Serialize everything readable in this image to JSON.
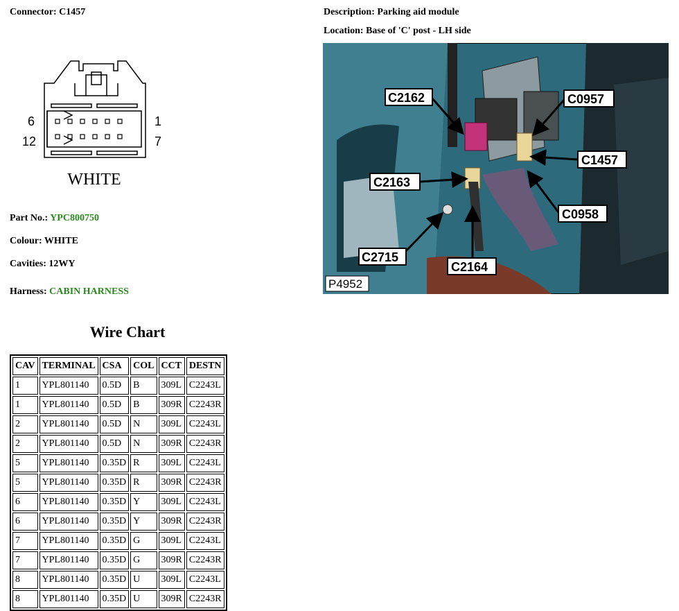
{
  "connector": {
    "label": "Connector:",
    "value": "C1457",
    "diagram": {
      "pin_top_left": "6",
      "pin_top_right": "1",
      "pin_bottom_left": "12",
      "pin_bottom_right": "7",
      "colour_caption": "WHITE"
    }
  },
  "description": {
    "label": "Description:",
    "value": "Parking aid module"
  },
  "location": {
    "label": "Location:",
    "value": "Base of 'C' post - LH side"
  },
  "photo": {
    "callouts": [
      "C2162",
      "C0957",
      "C1457",
      "C2163",
      "C0958",
      "C2715",
      "C2164"
    ],
    "ref": "P4952"
  },
  "part": {
    "label": "Part No.:",
    "value": "YPC800750"
  },
  "colour": {
    "label": "Colour:",
    "value": "WHITE"
  },
  "cavities": {
    "label": "Cavities:",
    "value": "12WY"
  },
  "harness": {
    "label": "Harness:",
    "value": "CABIN HARNESS"
  },
  "wire_chart": {
    "title": "Wire Chart",
    "headers": [
      "CAV",
      "TERMINAL",
      "CSA",
      "COL",
      "CCT",
      "DESTN"
    ],
    "rows": [
      [
        "1",
        "YPL801140",
        "0.5D",
        "B",
        "309L",
        "C2243L"
      ],
      [
        "1",
        "YPL801140",
        "0.5D",
        "B",
        "309R",
        "C2243R"
      ],
      [
        "2",
        "YPL801140",
        "0.5D",
        "N",
        "309L",
        "C2243L"
      ],
      [
        "2",
        "YPL801140",
        "0.5D",
        "N",
        "309R",
        "C2243R"
      ],
      [
        "5",
        "YPL801140",
        "0.35D",
        "R",
        "309L",
        "C2243L"
      ],
      [
        "5",
        "YPL801140",
        "0.35D",
        "R",
        "309R",
        "C2243R"
      ],
      [
        "6",
        "YPL801140",
        "0.35D",
        "Y",
        "309L",
        "C2243L"
      ],
      [
        "6",
        "YPL801140",
        "0.35D",
        "Y",
        "309R",
        "C2243R"
      ],
      [
        "7",
        "YPL801140",
        "0.35D",
        "G",
        "309L",
        "C2243L"
      ],
      [
        "7",
        "YPL801140",
        "0.35D",
        "G",
        "309R",
        "C2243R"
      ],
      [
        "8",
        "YPL801140",
        "0.35D",
        "U",
        "309L",
        "C2243L"
      ],
      [
        "8",
        "YPL801140",
        "0.35D",
        "U",
        "309R",
        "C2243R"
      ]
    ]
  },
  "colors": {
    "green_text": "#2a8a1e"
  }
}
